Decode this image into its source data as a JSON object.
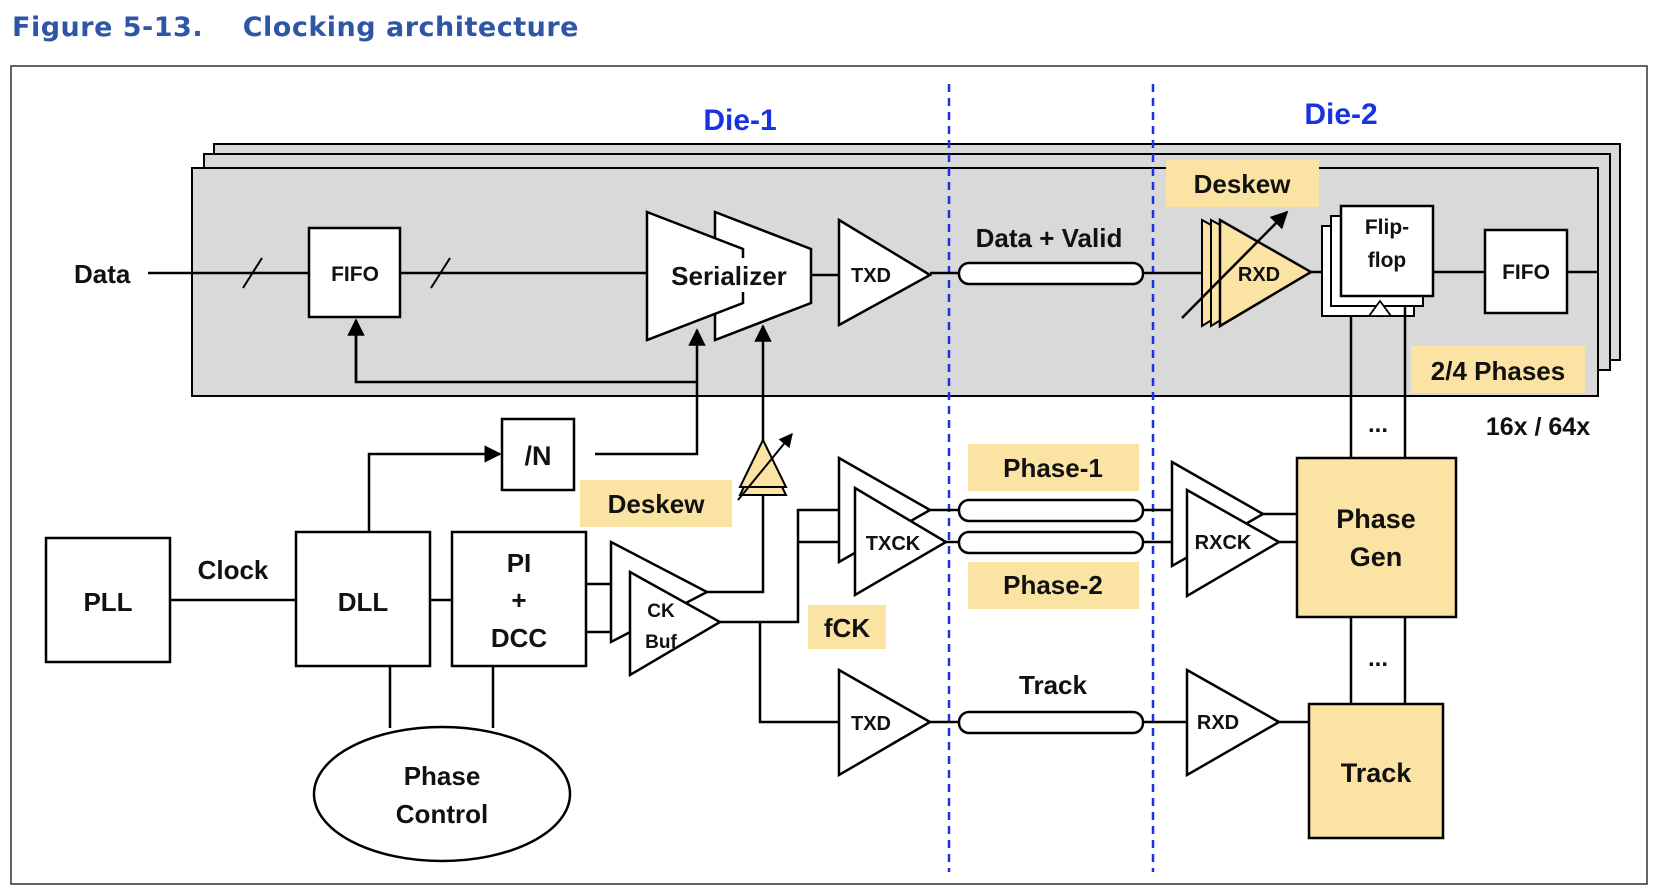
{
  "figure": {
    "number": "Figure 5-13.",
    "title": "Clocking architecture"
  },
  "labels": {
    "die1": "Die-1",
    "die2": "Die-2",
    "data_input": "Data",
    "clock": "Clock",
    "data_valid": "Data + Valid",
    "phase1": "Phase-1",
    "phase2": "Phase-2",
    "track_lane": "Track",
    "fck": "fCK",
    "deskew_top": "Deskew",
    "deskew_bottom": "Deskew",
    "phases": "2/4 Phases",
    "lanes": "16x / 64x",
    "ellipsis_top": "...",
    "ellipsis_bottom": "..."
  },
  "blocks": {
    "fifo_tx": "FIFO",
    "serializer": "Serializer",
    "txd_data": "TXD",
    "rxd_data": "RXD",
    "flipflop_line1": "Flip-",
    "flipflop_line2": "flop",
    "fifo_rx": "FIFO",
    "div_n": "/N",
    "pll": "PLL",
    "dll": "DLL",
    "pi_line1": "PI",
    "pi_line2": "+",
    "pi_line3": "DCC",
    "ckbuf_line1": "CK",
    "ckbuf_line2": "Buf",
    "txck": "TXCK",
    "rxck": "RXCK",
    "txd_track": "TXD",
    "rxd_track": "RXD",
    "phase_gen_line1": "Phase",
    "phase_gen_line2": "Gen",
    "track_block": "Track",
    "phase_control_line1": "Phase",
    "phase_control_line2": "Control"
  },
  "colors": {
    "caption_blue": "#2f56a6",
    "die_label_blue": "#1a33e0",
    "highlight_yellow": "#fbe3a4",
    "block_gray": "#d9d9d9"
  }
}
